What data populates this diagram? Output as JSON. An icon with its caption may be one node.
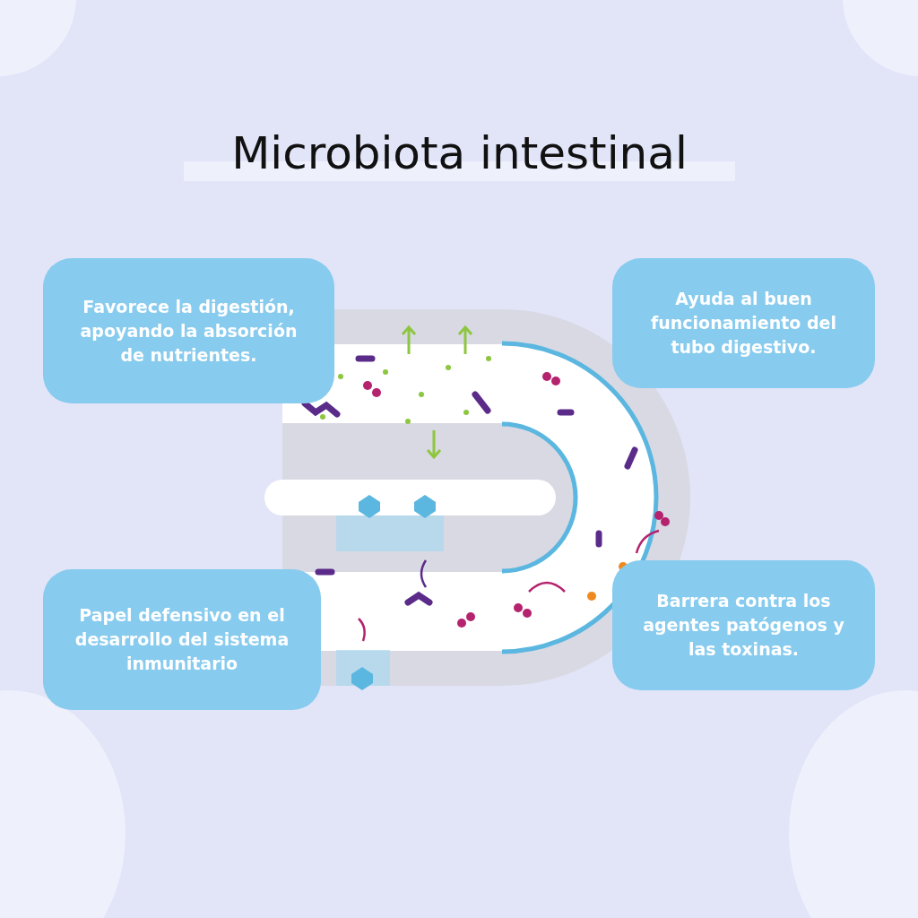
{
  "diagram": {
    "title": "Microbiota intestinal",
    "nodes": [
      {
        "text": [
          "Favorece la digestión, apoyando la absorción de nutrientes."
        ]
      },
      {
        "text": [
          "Ayuda al buen funcionamiento del tubo digestivo."
        ]
      },
      {
        "text": [
          "Papel defensivo en el desarrollo del sistema inmunitario"
        ]
      },
      {
        "text": [
          "Barrera contra los agentes patógenos y las toxinas."
        ]
      }
    ]
  }
}
